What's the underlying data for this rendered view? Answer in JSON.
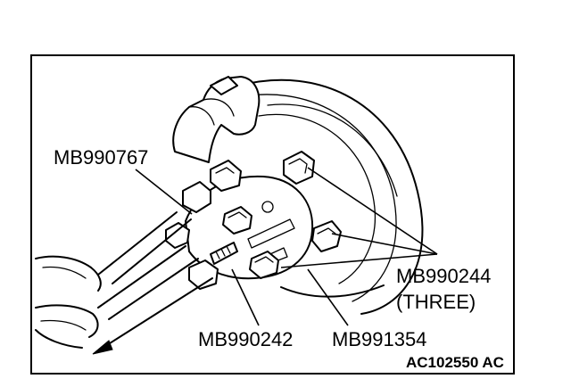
{
  "labels": {
    "wrench": "MB990767",
    "pins": "MB990244",
    "pins_qty": "(THREE)",
    "bolt": "MB990242",
    "plate": "MB991354"
  },
  "figure_code": "AC102550 AC",
  "colors": {
    "ink": "#000000",
    "paper": "#ffffff"
  }
}
